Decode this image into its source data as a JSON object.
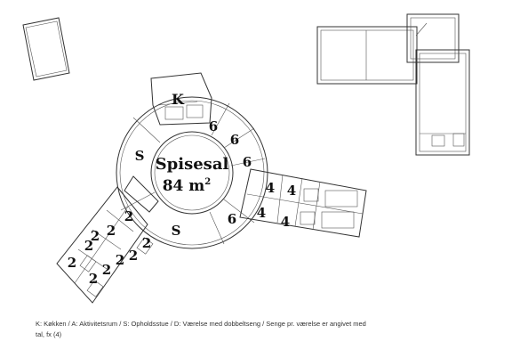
{
  "labels": {
    "dining_title": "Spisesal",
    "dining_area": "84 m",
    "dining_sup": "2",
    "kitchen": "K",
    "lounge_1": "S",
    "lounge_2": "S",
    "r6a": "6",
    "r6b": "6",
    "r6c": "6",
    "r6d": "6",
    "r4a": "4",
    "r4b": "4",
    "r4c": "4",
    "r4d": "4",
    "r2a": "2",
    "r2b": "2",
    "r2c": "2",
    "r2d": "2",
    "r2e": "2",
    "r2f": "2",
    "r2g": "2",
    "r2h": "2",
    "r2i": "2",
    "r2j": "2"
  },
  "caption": {
    "line1": "K: Køkken / A: Aktivitetsrum / S: Opholdsstue / D: Værelse med dobbeltseng / Senge pr. værelse er angivet med",
    "line2": "tal, fx (4)"
  }
}
